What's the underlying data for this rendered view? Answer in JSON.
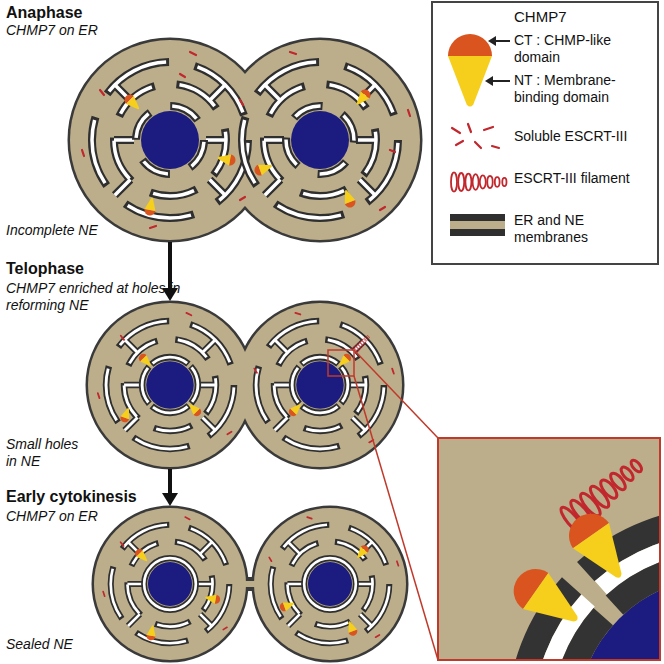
{
  "diagram": {
    "nodes": [
      {
        "text": [
          "Anaphase",
          "CHMP7 on ER",
          "Incomplete NE"
        ]
      },
      {
        "text": [
          "Telophase",
          "CHMP7 enriched at holes in reforming NE",
          "Small holes in NE"
        ]
      },
      {
        "text": [
          "Early cytokinesis",
          "CHMP7 on ER",
          "Sealed NE"
        ]
      }
    ],
    "edges": [
      {
        "from": 0,
        "to": 1,
        "arrow": "to"
      },
      {
        "from": 1,
        "to": 2,
        "arrow": "to"
      }
    ],
    "labels": [
      "CHMP7"
    ],
    "legend": [
      {
        "text": "CT : CHMP-like domain"
      },
      {
        "text": "NT : Membrane-binding domain"
      },
      {
        "text": "Soluble ESCRT-III"
      },
      {
        "text": "ESCRT-III filament"
      },
      {
        "text": "ER and NE membranes"
      }
    ]
  }
}
